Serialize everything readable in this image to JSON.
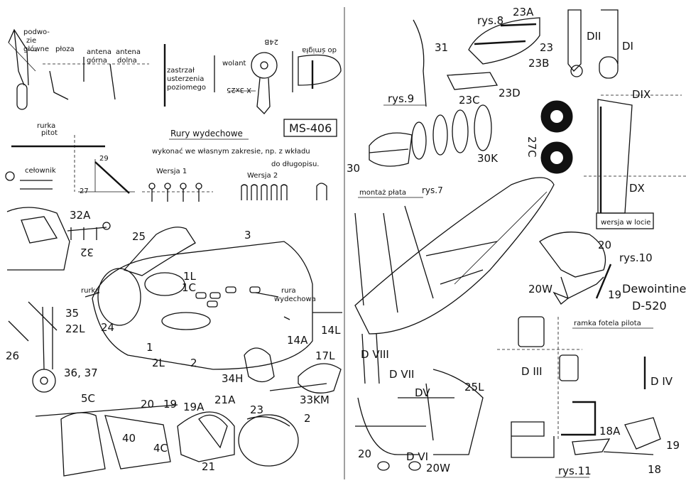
{
  "colors": {
    "ink": "#111111",
    "paper": "#ffffff"
  },
  "left_page": {
    "gear_labels": {
      "podwozie_glowne": "podwo-",
      "podwozie_glowne_2": "zie",
      "podwozie_glowne_3": "główne",
      "ploza": "płoza",
      "antena_gorna": "antena",
      "antena_gorna_2": "górna",
      "antena_dolna": "antena",
      "antena_dolna_2": "dolna"
    },
    "stabilizer": {
      "label1": "zastrzał",
      "label2": "usterzenia",
      "label3": "poziomego"
    },
    "wolant": "wolant",
    "part_24B": "24B",
    "part_x3x25": "X 3x25",
    "do_smigla": "do śmigła",
    "rurka_pitot": {
      "line1": "rurka",
      "line2": "pitot"
    },
    "title": "MS-406",
    "exhaust": {
      "heading": "Rury wydechowe",
      "note1": "wykonać we własnym zakresie, np. z wkładu",
      "note2": "do długopisu.",
      "v1": "Wersja 1",
      "v2": "Wersja 2"
    },
    "katownik": "cełownik",
    "n29": "29",
    "n27": "27",
    "n32A": "32A",
    "n32": "32",
    "n25": "25",
    "n3": "3",
    "n1L": "1L",
    "n1C": "1C",
    "rurka": "rurka",
    "rura_wydech": {
      "line1": "rura",
      "line2": "wydechowa"
    },
    "n35": "35",
    "n22L": "22L",
    "n26": "26",
    "n24": "24",
    "n1": "1",
    "n2L": "2L",
    "n2": "2",
    "n14A": "14A",
    "n14L": "14L",
    "n36_37": "36, 37",
    "n17L": "17L",
    "n34H": "34H",
    "n33KM": "33KM",
    "n5C": "5C",
    "n20": "20",
    "n19": "19",
    "n19A": "19A",
    "n21A": "21A",
    "n40": "40",
    "n4C": "4C",
    "n21": "21",
    "n23": "23",
    "n2b": "2"
  },
  "right_page": {
    "n31": "31",
    "rys8": "rys.8",
    "n23A": "23A",
    "n23": "23",
    "n23B": "23B",
    "n23C": "23C",
    "n23D": "23D",
    "DII": "DII",
    "DI": "DI",
    "DIX": "DIX",
    "rys9": "rys.9",
    "n27C": "27C",
    "n30": "30",
    "n30K": "30K",
    "montaz": "montaż płata",
    "rys7": "rys.7",
    "DX": "DX",
    "wersja_w_locie": "wersja w locie",
    "n20": "20",
    "rys10": "rys.10",
    "aircraft1": "Dewointine",
    "aircraft2": "D-520",
    "n20W": "20W",
    "n19": "19",
    "ramka": "ramka fotela pilota",
    "DVIII": "D VIII",
    "DVII": "D VII",
    "DV": "DV",
    "n25L": "25L",
    "DIII": "D III",
    "DIV": "D IV",
    "n18A": "18A",
    "n19b": "19",
    "n18": "18",
    "n20b": "20",
    "DVI": "D VI",
    "n20Wb": "20W",
    "rys11": "rys.11"
  }
}
